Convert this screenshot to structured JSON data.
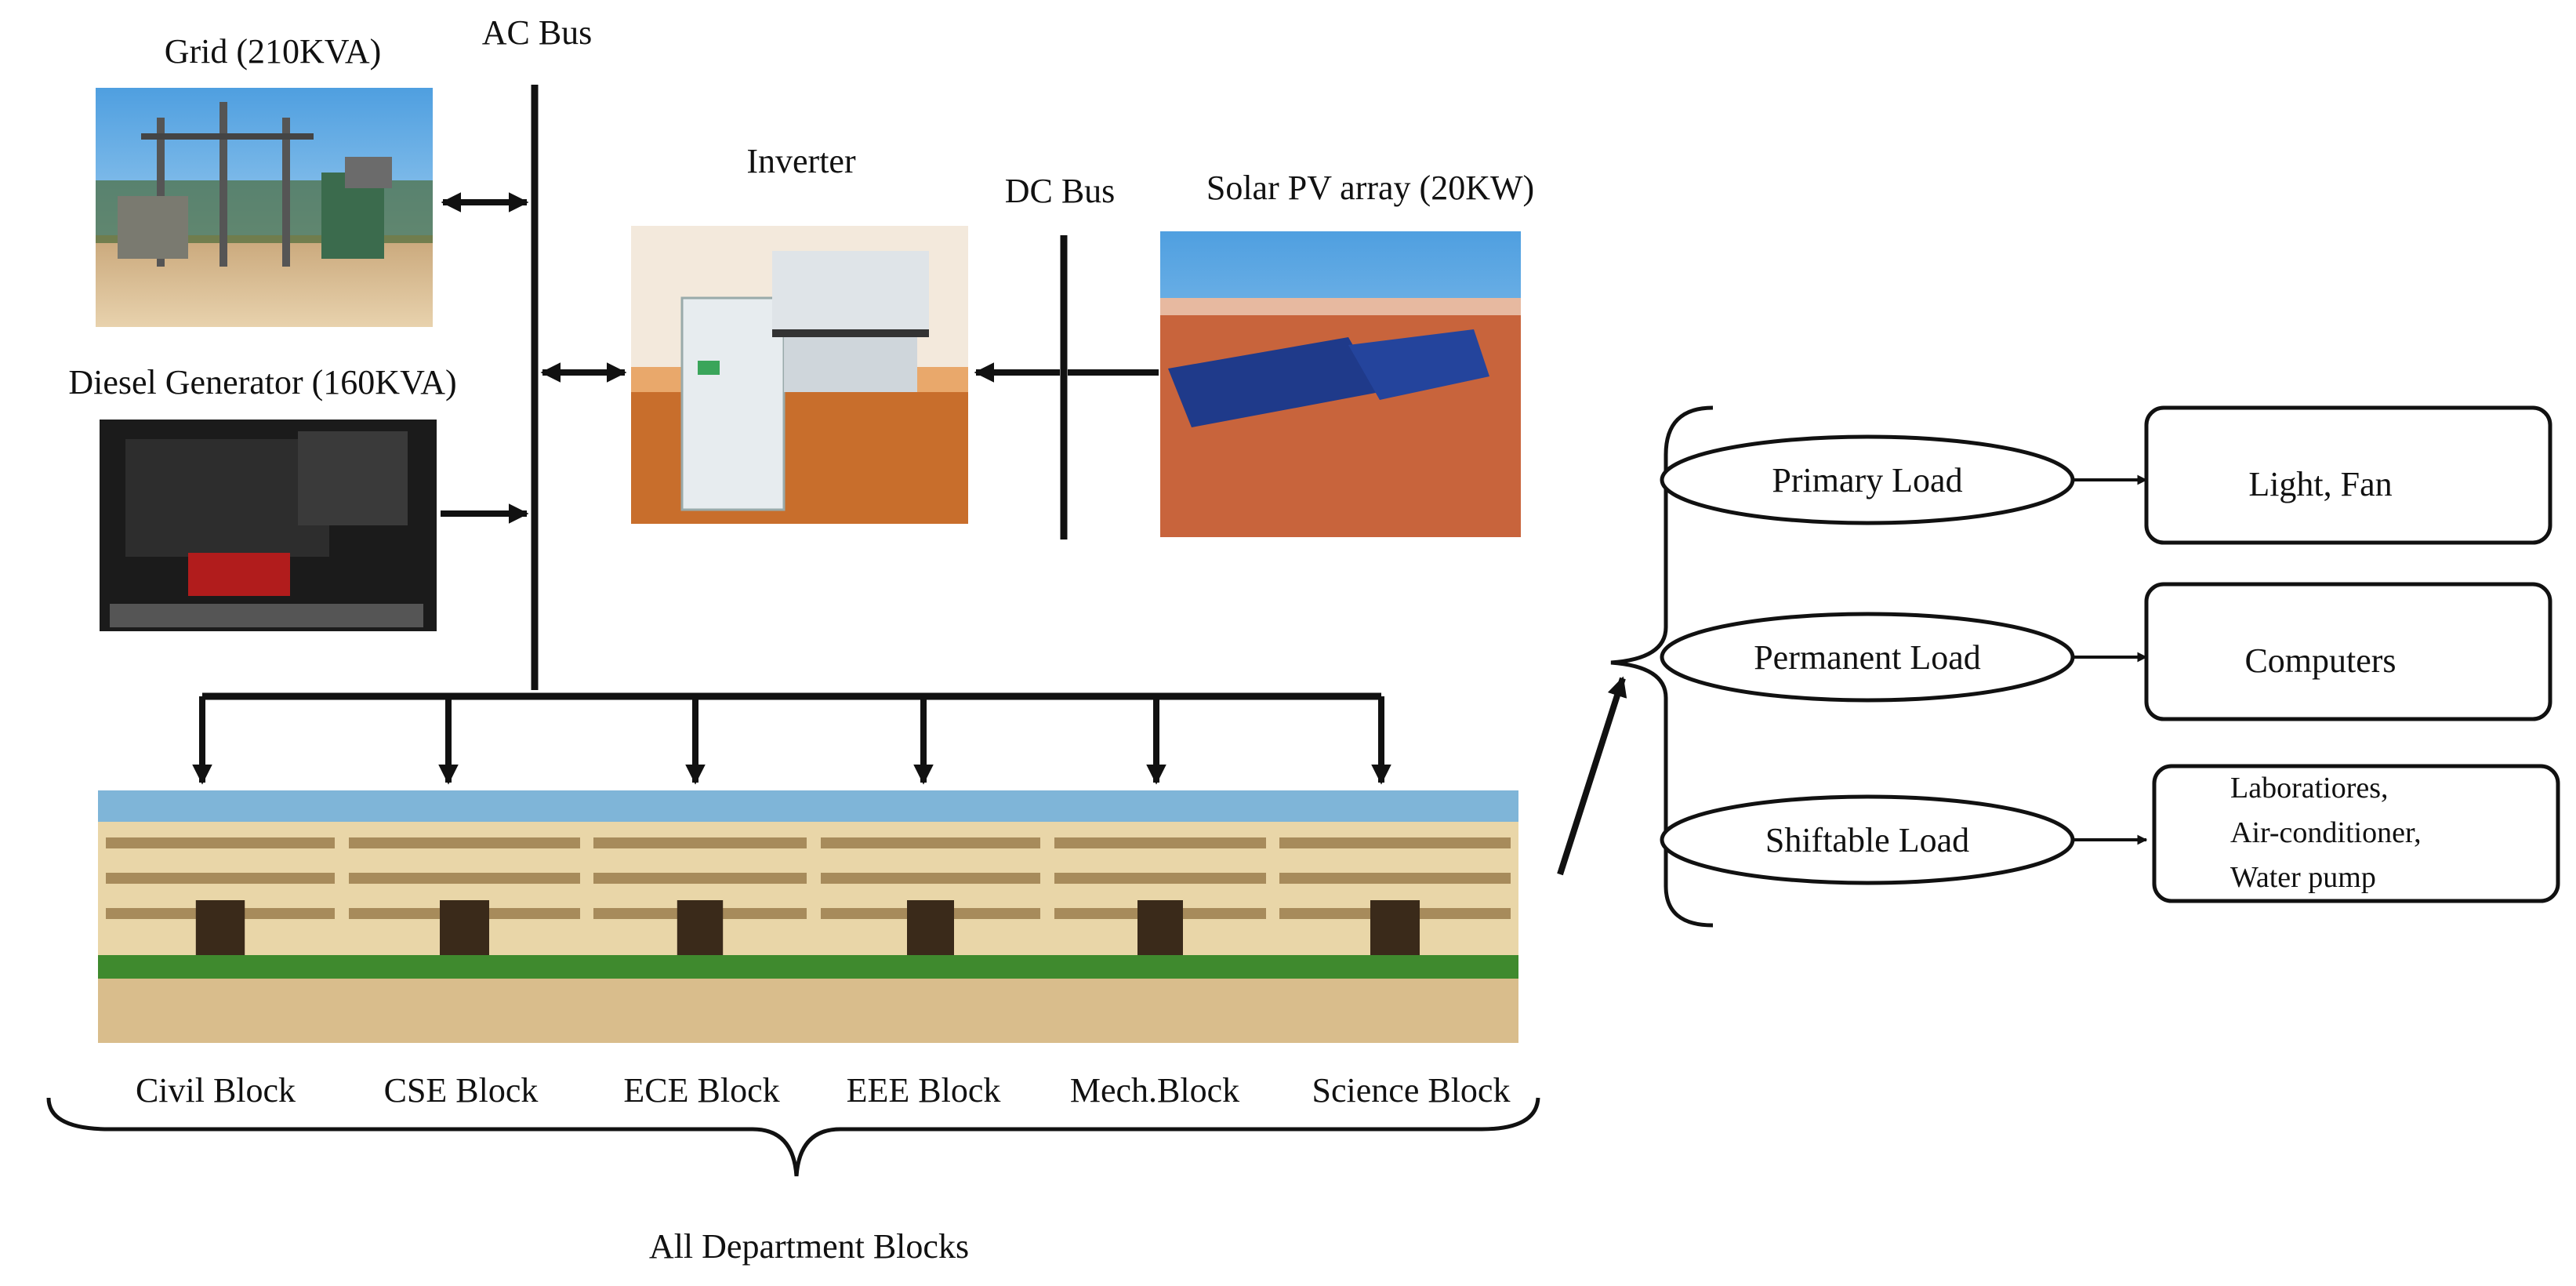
{
  "sources": {
    "grid": "Grid (210KVA)",
    "diesel": "Diesel Generator (160KVA)",
    "inverter": "Inverter",
    "solar": "Solar PV array (20KW)"
  },
  "buses": {
    "ac": "AC Bus",
    "dc": "DC Bus"
  },
  "blocks": [
    {
      "label": "Civil Block"
    },
    {
      "label": "CSE Block"
    },
    {
      "label": "ECE Block"
    },
    {
      "label": "EEE Block"
    },
    {
      "label": "Mech.Block"
    },
    {
      "label": "Science Block"
    }
  ],
  "blocks_group_label": "All Department Blocks",
  "loads": [
    {
      "type": "Primary Load",
      "devices": [
        "Light, Fan"
      ]
    },
    {
      "type": "Permanent Load",
      "devices": [
        "Computers"
      ]
    },
    {
      "type": "Shiftable Load",
      "devices": [
        "Laboratiores,",
        "Air-conditioner,",
        "Water pump"
      ]
    }
  ],
  "colors": {
    "line": "#111111",
    "sky": "#6fb3e8",
    "roof": "#c8643c",
    "panel": "#1f3a8a",
    "grass": "#3f8a2e",
    "building": "#e9d6a8"
  }
}
